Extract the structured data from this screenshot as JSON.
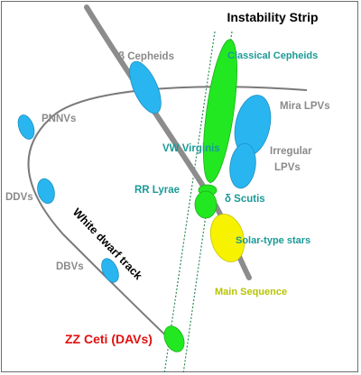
{
  "title": "Instability Strip",
  "labels": {
    "beta_cepheids": "β Cepheids",
    "classical_cepheids": "Classical Cepheids",
    "mira_lpvs": "Mira LPVs",
    "pnnvs": "PNNVs",
    "vw_virginis": "VW Virginis",
    "irregular_lpvs_line1": "Irregular",
    "irregular_lpvs_line2": "LPVs",
    "ddvs": "DDVs",
    "rr_lyrae": "RR Lyrae",
    "delta_scutis": "δ Scutis",
    "white_dwarf_track": "White dwarf track",
    "solar_type_stars": "Solar-type stars",
    "dbvs": "DBVs",
    "main_sequence": "Main Sequence",
    "zz_ceti": "ZZ Ceti (DAVs)"
  },
  "colors": {
    "teal_label": "#1a9a96",
    "gray_label": "#8a8a8a",
    "title": "#000000",
    "zz_ceti": "#e01010",
    "main_sequence_label": "#b8c400",
    "main_sequence_track": "#8c8c8c",
    "evolution_track": "#7a7a7a",
    "strip_lines": "#2e8b57",
    "blue_region": "#29b6f0",
    "green_region": "#22e822",
    "yellow_region": "#f7f200"
  }
}
